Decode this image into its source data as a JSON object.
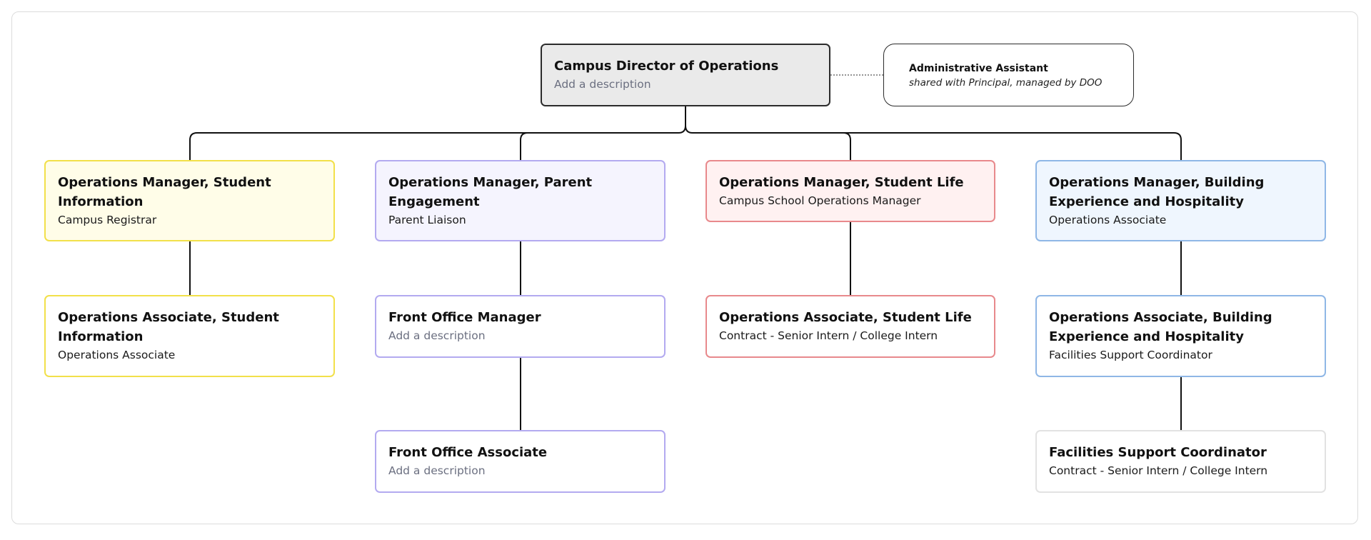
{
  "root": {
    "title": "Campus Director of Operations",
    "description": "Add a description"
  },
  "assistant": {
    "title": "Administrative Assistant",
    "note": "shared with Principal, managed by DOO"
  },
  "columns": [
    {
      "color": "#f2e04a",
      "nodes": [
        {
          "title": "Operations Manager, Student Information",
          "description": "Campus Registrar"
        },
        {
          "title": "Operations Associate, Student Information",
          "description": "Operations Associate"
        }
      ]
    },
    {
      "color": "#b3aaf0",
      "nodes": [
        {
          "title": "Operations Manager, Parent Engagement",
          "description": "Parent Liaison"
        },
        {
          "title": "Front Office Manager",
          "description": "Add a description"
        },
        {
          "title": "Front Office Associate",
          "description": "Add a description"
        }
      ]
    },
    {
      "color": "#e8898c",
      "nodes": [
        {
          "title": "Operations Manager, Student Life",
          "description": "Campus School Operations Manager"
        },
        {
          "title": "Operations Associate, Student Life",
          "description": "Contract - Senior Intern / College Intern"
        }
      ]
    },
    {
      "color": "#8fb7e6",
      "nodes": [
        {
          "title": "Operations Manager, Building Experience and Hospitality",
          "description": "Operations Associate"
        },
        {
          "title": "Operations Associate, Building Experience and Hospitality",
          "description": "Facilities Support Coordinator"
        },
        {
          "title": "Facilities Support Coordinator",
          "description": "Contract - Senior Intern / College Intern"
        }
      ]
    }
  ]
}
